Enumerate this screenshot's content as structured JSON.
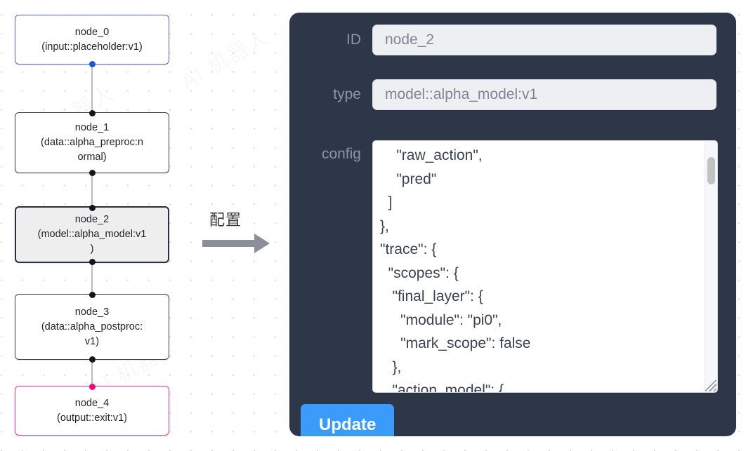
{
  "canvas": {
    "arrow_label": "配置",
    "nodes": [
      {
        "id": "node_0",
        "label": "node_0\n(input::placeholder:v1)",
        "kind": "input",
        "selected": false
      },
      {
        "id": "node_1",
        "label": "node_1\n(data::alpha_preproc:n\normal)",
        "kind": "default",
        "selected": false
      },
      {
        "id": "node_2",
        "label": "node_2\n(model::alpha_model:v1\n)",
        "kind": "default",
        "selected": true
      },
      {
        "id": "node_3",
        "label": "node_3\n(data::alpha_postproc:\nv1)",
        "kind": "default",
        "selected": false
      },
      {
        "id": "node_4",
        "label": "node_4\n(output::exit:v1)",
        "kind": "output",
        "selected": false
      }
    ],
    "watermark_text": "AI 机器人"
  },
  "panel": {
    "id_label": "ID",
    "id_value": "node_2",
    "type_label": "type",
    "type_value": "model::alpha_model:v1",
    "config_label": "config",
    "config_value": "    \"raw_action\",\n    \"pred\"\n  ]\n},\n\"trace\": {\n  \"scopes\": {\n   \"final_layer\": {\n     \"module\": \"pi0\",\n     \"mark_scope\": false\n   },\n   \"action_model\": {",
    "update_label": "Update",
    "accent_color": "#3b9bfb",
    "panel_color": "#2d3748",
    "input_bg": "#edeff3"
  }
}
